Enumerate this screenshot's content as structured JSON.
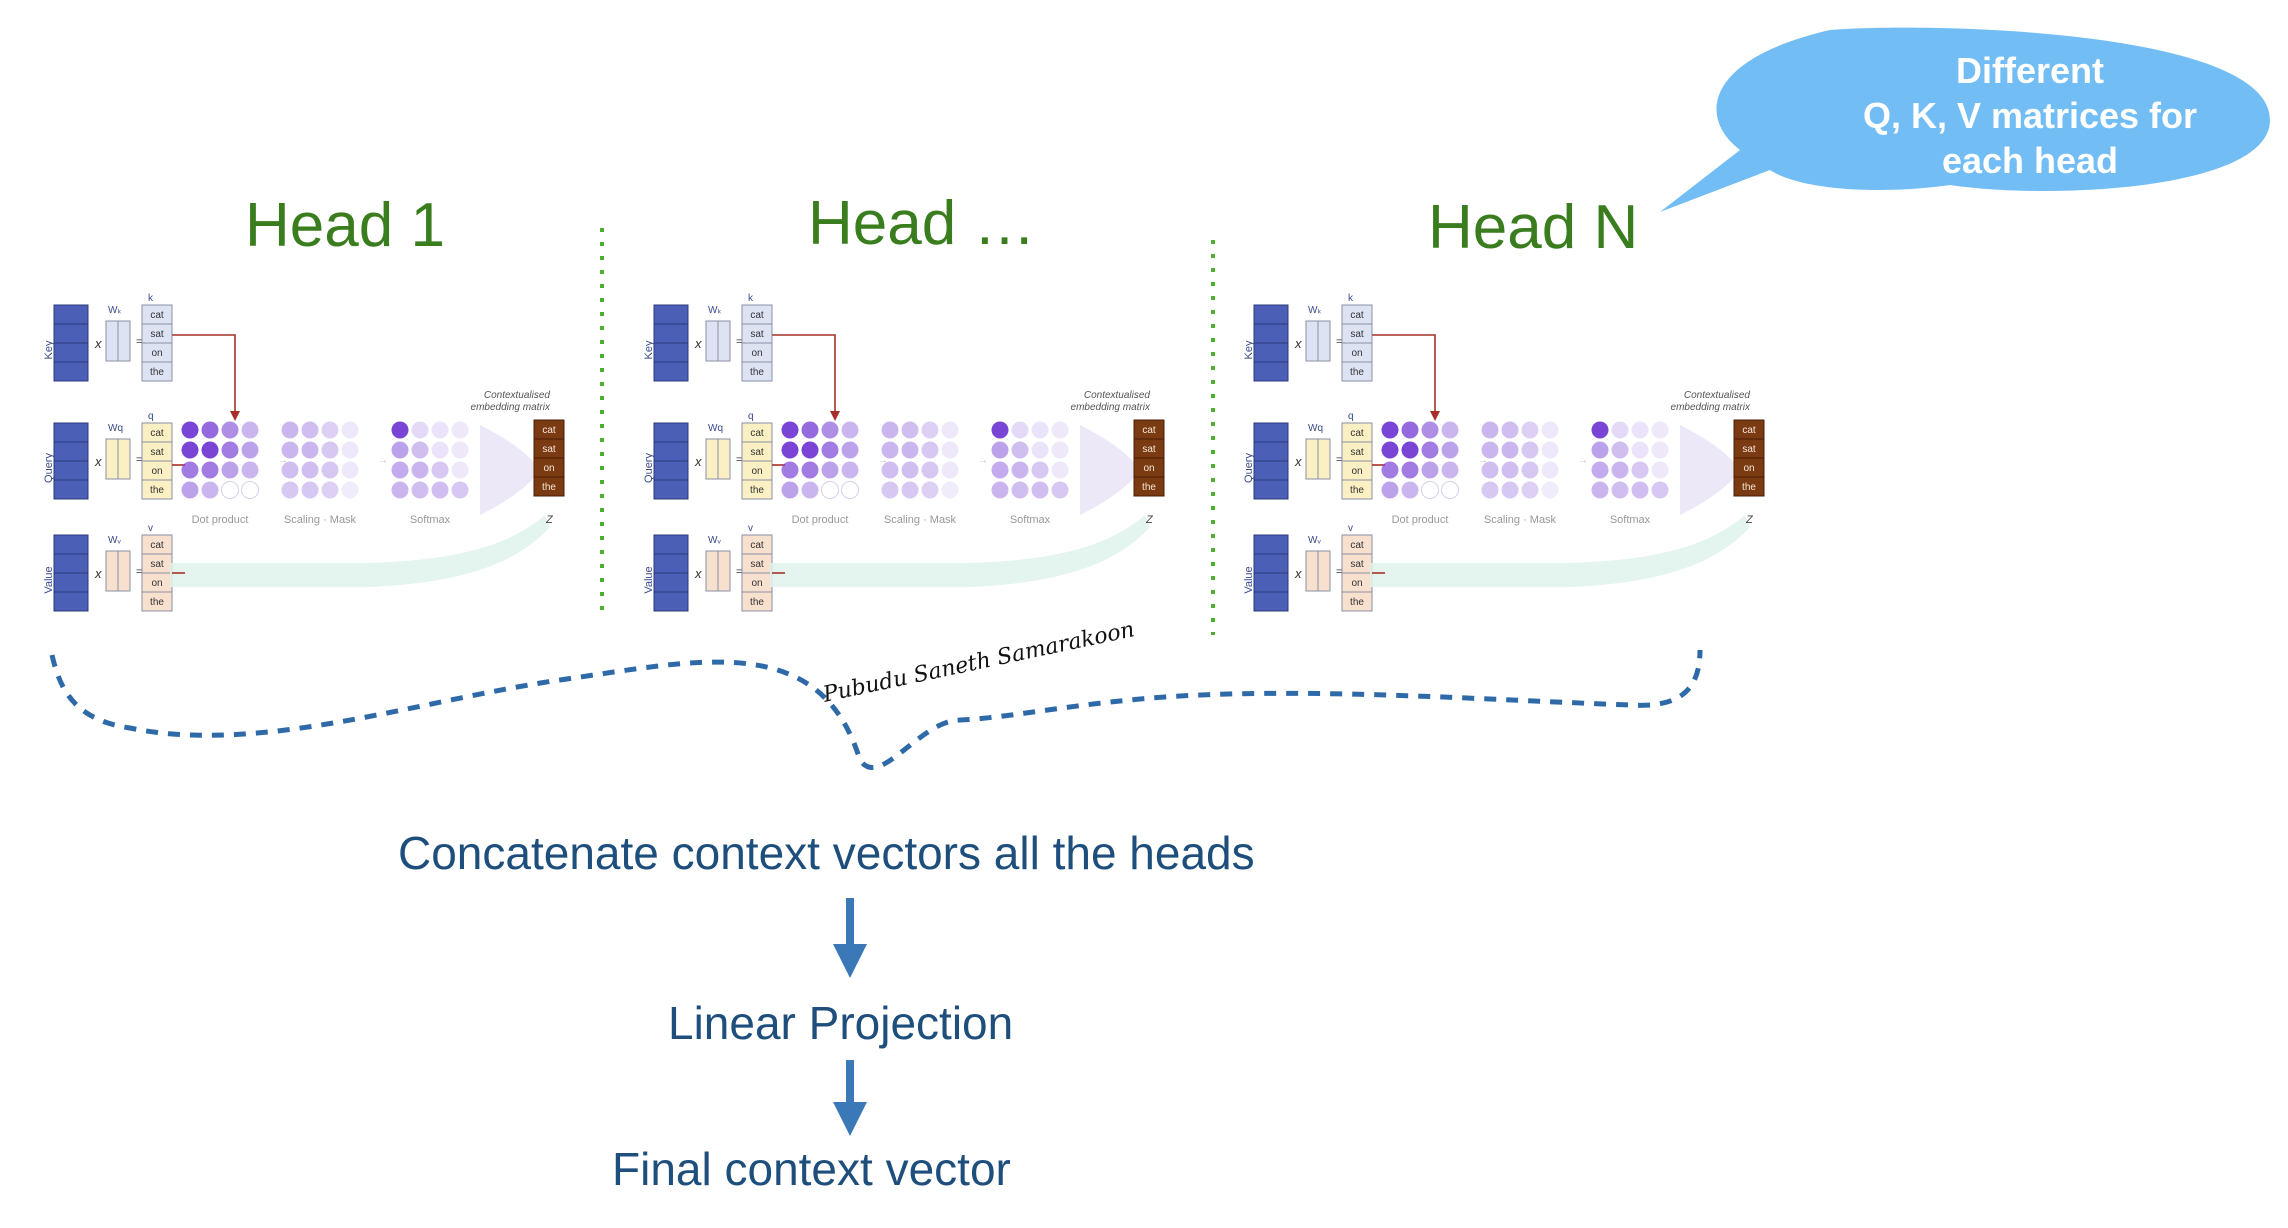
{
  "heads": [
    {
      "title": "Head 1",
      "rows": {
        "key": "Key",
        "query": "Query",
        "value": "Value"
      },
      "weights": {
        "key": "Wₖ",
        "query": "Wq",
        "value": "Wᵥ"
      },
      "vector_labels": {
        "key": "k",
        "query": "q",
        "value": "v"
      },
      "times": "x",
      "equals": "=",
      "tokens": [
        "cat",
        "sat",
        "on",
        "the"
      ],
      "stages": [
        "Dot product",
        "Scaling · Mask",
        "Softmax"
      ],
      "output_title_1": "Contextualised",
      "output_title_2": "embedding matrix",
      "output_label": "Z"
    },
    {
      "title": "Head …",
      "rows": {
        "key": "Key",
        "query": "Query",
        "value": "Value"
      },
      "weights": {
        "key": "Wₖ",
        "query": "Wq",
        "value": "Wᵥ"
      },
      "vector_labels": {
        "key": "k",
        "query": "q",
        "value": "v"
      },
      "times": "x",
      "equals": "=",
      "tokens": [
        "cat",
        "sat",
        "on",
        "the"
      ],
      "stages": [
        "Dot product",
        "Scaling · Mask",
        "Softmax"
      ],
      "output_title_1": "Contextualised",
      "output_title_2": "embedding matrix",
      "output_label": "Z"
    },
    {
      "title": "Head N",
      "rows": {
        "key": "Key",
        "query": "Query",
        "value": "Value"
      },
      "weights": {
        "key": "Wₖ",
        "query": "Wq",
        "value": "Wᵥ"
      },
      "vector_labels": {
        "key": "k",
        "query": "q",
        "value": "v"
      },
      "times": "x",
      "equals": "=",
      "tokens": [
        "cat",
        "sat",
        "on",
        "the"
      ],
      "stages": [
        "Dot product",
        "Scaling · Mask",
        "Softmax"
      ],
      "output_title_1": "Contextualised",
      "output_title_2": "embedding matrix",
      "output_label": "Z"
    }
  ],
  "callout": {
    "line1": "Different",
    "line2": "Q, K, V matrices  for",
    "line3": "each head",
    "color": "#73bdf5"
  },
  "signature": "Pubudu Saneth Samarakoon",
  "flow": {
    "step1": "Concatenate context vectors all the heads",
    "step2": "Linear Projection",
    "step3": "Final context vector"
  },
  "colors": {
    "head_title": "#3a7d1e",
    "separator": "#4caf30",
    "brace": "#2f6aa8",
    "arrow": "#3a78b8",
    "flow_text": "#1d4e7c",
    "input_matrix": "#4a5fb5",
    "key_cells": "#dde3f3",
    "query_cells": "#fbf0c3",
    "value_cells": "#f8e0cf",
    "attention_dot": "#7a45d6",
    "output_matrix": "#7a3a12",
    "link_arrow": "#a8302a"
  }
}
